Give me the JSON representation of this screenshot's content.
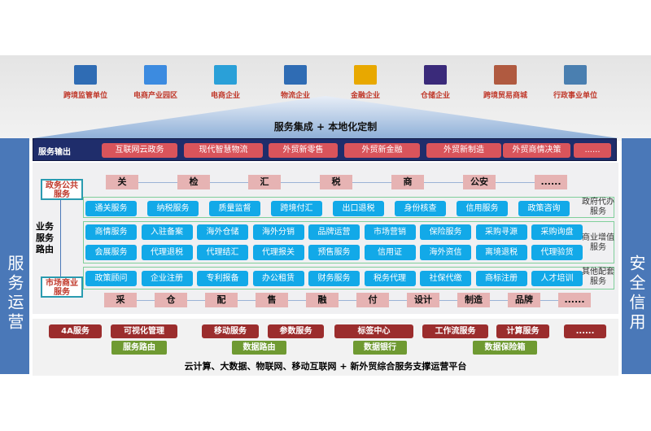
{
  "entities": [
    {
      "label": "跨境监管单位",
      "icon": "customs-logo-icon",
      "color": "#2f6cb4"
    },
    {
      "label": "电商产业园区",
      "icon": "buildings-icon",
      "color": "#3c8be0"
    },
    {
      "label": "电商企业",
      "icon": "monitor-cart-icon",
      "color": "#2aa0d8"
    },
    {
      "label": "物流企业",
      "icon": "truck-icon",
      "color": "#2f6cb4"
    },
    {
      "label": "金融企业",
      "icon": "dollar-icon",
      "color": "#e8a800"
    },
    {
      "label": "仓储企业",
      "icon": "warehouse-icon",
      "color": "#3a2a7a"
    },
    {
      "label": "跨境贸易商城",
      "icon": "mall-photo-icon",
      "color": "#b05a40"
    },
    {
      "label": "行政事业单位",
      "icon": "admin-badge-icon",
      "color": "#4a7fb0"
    }
  ],
  "integration_title": "服务集成 + 本地化定制",
  "output": {
    "title": "服务输出",
    "items": [
      "互联网云政务",
      "现代智慧物流",
      "外贸新零售",
      "外贸新金融",
      "外贸新制造",
      "外贸商情决策",
      "......"
    ]
  },
  "left_side": "服务运营",
  "right_side": "安全信用",
  "gov_chain": [
    "关",
    "检",
    "汇",
    "税",
    "商",
    "公安",
    "......"
  ],
  "gov_category": "政务公共服务",
  "market_category": "市场商业服务",
  "routing_label": "业务服务路由",
  "gov_services": {
    "label": "政府代办服务",
    "items": [
      "通关服务",
      "纳税服务",
      "质量监督",
      "跨境付汇",
      "出口退税",
      "身份核查",
      "信用服务",
      "政策咨询"
    ]
  },
  "biz_services": {
    "label": "商业增值服务",
    "row1": [
      "商情服务",
      "入驻备案",
      "海外仓储",
      "海外分销",
      "品牌运营",
      "市场营销",
      "保险服务",
      "采购寻源",
      "采购询盘"
    ],
    "row2": [
      "会展服务",
      "代理退税",
      "代理结汇",
      "代理报关",
      "预售服务",
      "信用证",
      "海外资信",
      "离境退税",
      "代理验货"
    ]
  },
  "other_services": {
    "label": "其他配套服务",
    "items": [
      "政策顾问",
      "企业注册",
      "专利报备",
      "办公租赁",
      "财务服务",
      "税务代理",
      "社保代缴",
      "商标注册",
      "人才培训"
    ]
  },
  "market_chain": [
    "采",
    "仓",
    "配",
    "售",
    "融",
    "付",
    "设计",
    "制造",
    "品牌",
    "......"
  ],
  "platform": {
    "red": [
      "4A服务",
      "可视化管理",
      "移动服务",
      "参数服务",
      "标签中心",
      "工作流服务",
      "计算服务",
      "......"
    ],
    "green": [
      "服务路由",
      "数据路由",
      "数据银行",
      "数据保险箱"
    ],
    "footer": "云计算、大数据、物联网、移动互联网 + 新外贸综合服务支撑运营平台"
  }
}
